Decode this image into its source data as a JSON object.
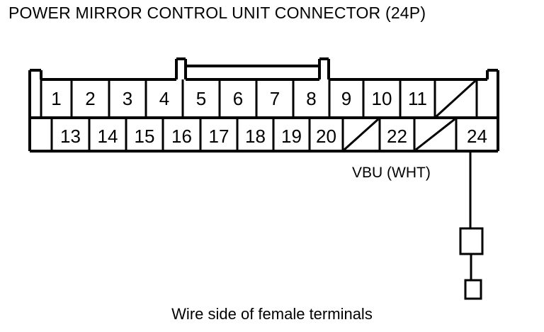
{
  "title": "POWER MIRROR CONTROL UNIT CONNECTOR (24P)",
  "caption": "Wire side of female terminals",
  "wire": {
    "label": "VBU (WHT)",
    "circuit": "VBU",
    "color_code": "WHT",
    "from_terminal": "24"
  },
  "connector": {
    "name": "Power Mirror Control Unit Connector",
    "pin_count": "24P",
    "rows": [
      {
        "row_name": "top-row",
        "cells": [
          {
            "label": "1",
            "empty": false
          },
          {
            "label": "2",
            "empty": false
          },
          {
            "label": "3",
            "empty": false
          },
          {
            "label": "4",
            "empty": false
          },
          {
            "label": "5",
            "empty": false
          },
          {
            "label": "6",
            "empty": false
          },
          {
            "label": "7",
            "empty": false
          },
          {
            "label": "8",
            "empty": false
          },
          {
            "label": "9",
            "empty": false
          },
          {
            "label": "10",
            "empty": false
          },
          {
            "label": "11",
            "empty": false
          },
          {
            "label": "",
            "empty": true
          }
        ]
      },
      {
        "row_name": "bottom-row",
        "cells": [
          {
            "label": "13",
            "empty": false
          },
          {
            "label": "14",
            "empty": false
          },
          {
            "label": "15",
            "empty": false
          },
          {
            "label": "16",
            "empty": false
          },
          {
            "label": "17",
            "empty": false
          },
          {
            "label": "18",
            "empty": false
          },
          {
            "label": "19",
            "empty": false
          },
          {
            "label": "20",
            "empty": false
          },
          {
            "label": "",
            "empty": true
          },
          {
            "label": "22",
            "empty": false
          },
          {
            "label": "",
            "empty": true
          },
          {
            "label": "24",
            "empty": false
          }
        ]
      }
    ]
  },
  "colors": {
    "ink": "#000000",
    "background": "#ffffff"
  }
}
